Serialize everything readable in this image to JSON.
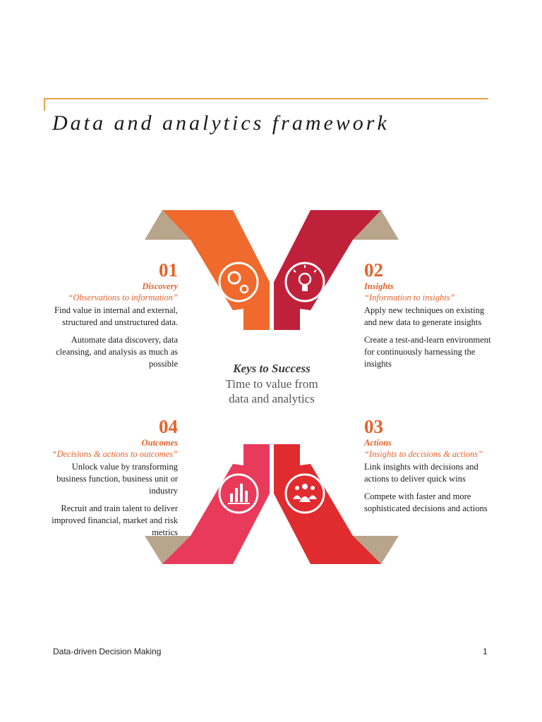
{
  "title": "Data and analytics framework",
  "center": {
    "heading": "Keys to Success",
    "line1": "Time to value from",
    "line2": "data and analytics"
  },
  "quadrants": [
    {
      "number": "01",
      "stage": "Discovery",
      "tagline": "“Observations to information”",
      "points": [
        "Find value in internal and external, structured and unstructured data.",
        "Automate data discovery, data cleansing, and analysis as much as possible"
      ],
      "icon": "gears-icon",
      "color": "#ef6a2c"
    },
    {
      "number": "02",
      "stage": "Insights",
      "tagline": "“Information to insights”",
      "points": [
        "Apply new techniques on existing and new data to generate insights",
        "Create a test-and-learn environment for continuously harnessing the insights"
      ],
      "icon": "lightbulb-icon",
      "color": "#c0213a"
    },
    {
      "number": "03",
      "stage": "Actions",
      "tagline": "“Insights to decisions & actions”",
      "points": [
        "Link insights with decisions and actions to deliver quick wins",
        "Compete with faster and more sophisticated decisions and actions"
      ],
      "icon": "people-icon",
      "color": "#e02b2f"
    },
    {
      "number": "04",
      "stage": "Outcomes",
      "tagline": "“Decisions & actions to outcomes”",
      "points": [
        "Unlock value by transforming business function, business unit or industry",
        "Recruit and train talent to deliver improved financial, market and risk metrics"
      ],
      "icon": "bar-chart-icon",
      "color": "#e83a5a"
    }
  ],
  "footer": {
    "left": "Data-driven Decision Making",
    "page": "1"
  },
  "colors": {
    "rule": "#e8a24a",
    "accent_text": "#e4622a",
    "band_tan": "#b9a48c"
  }
}
